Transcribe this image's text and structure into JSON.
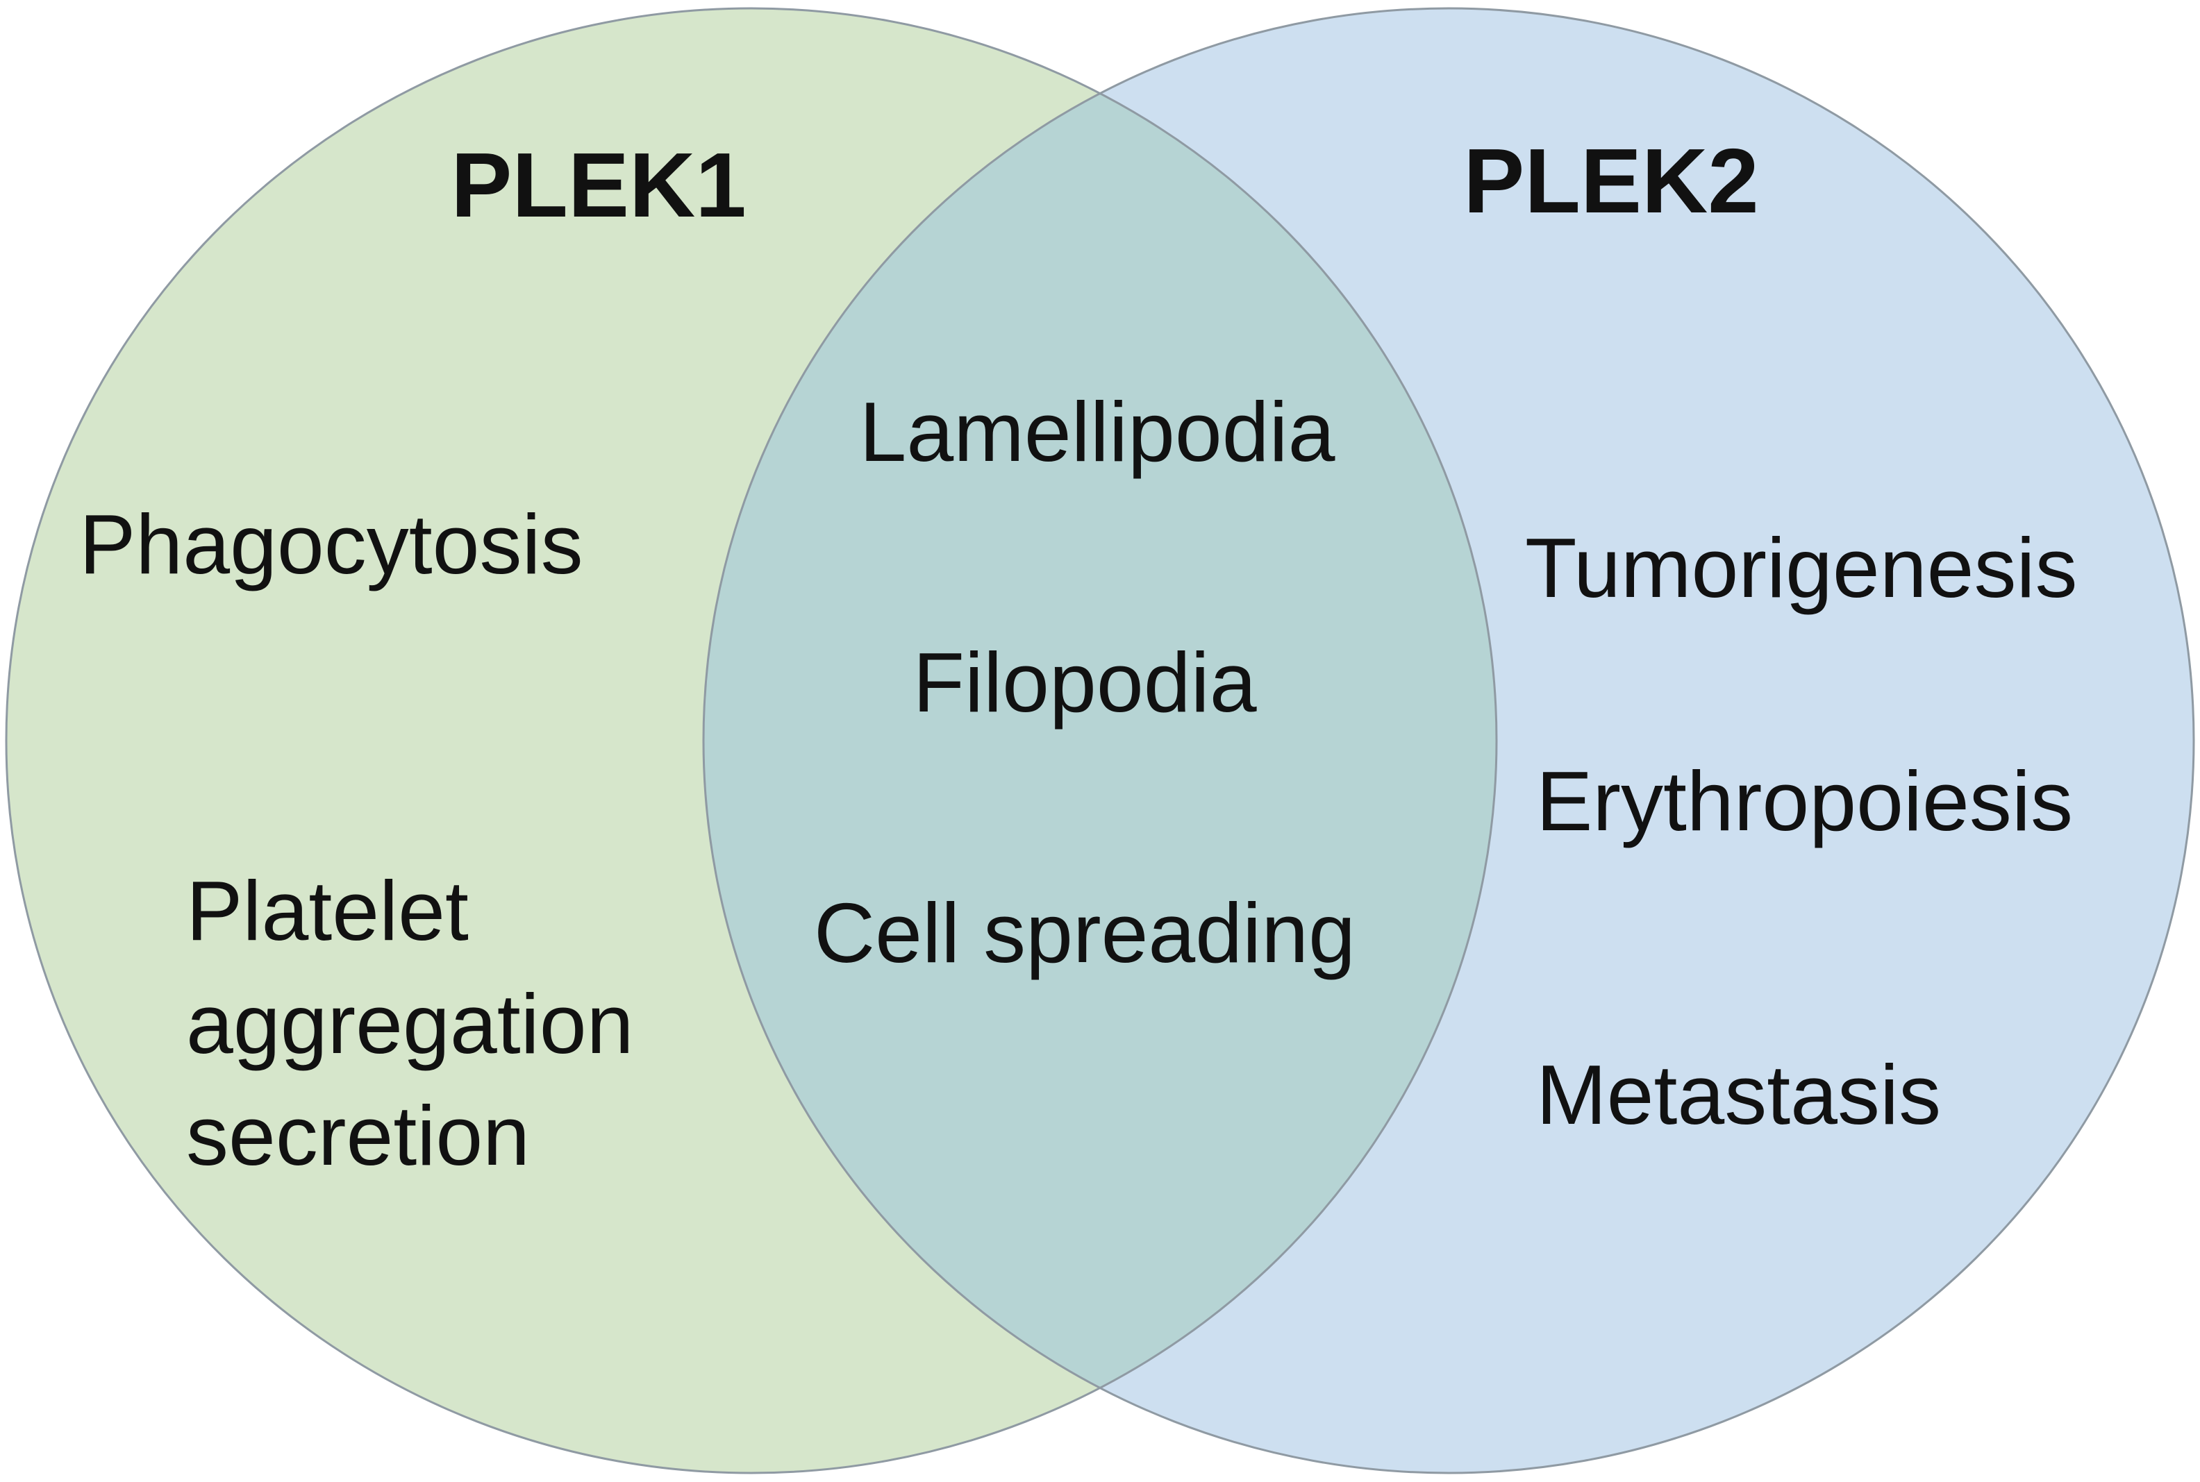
{
  "diagram": {
    "type": "venn",
    "colors": {
      "left_fill": "#d6e6cb",
      "right_fill": "#cddff0",
      "overlap_fill": "#b6d4d4",
      "outline": "#8f9aa3",
      "text": "#111111"
    },
    "sets": [
      {
        "title": "PLEK1",
        "items": [
          "Phagocytosis",
          "Platelet",
          "aggregation",
          "secretion"
        ]
      },
      {
        "title": "PLEK2",
        "items": [
          "Tumorigenesis",
          "Erythropoiesis",
          "Metastasis"
        ]
      }
    ],
    "intersection": {
      "items": [
        "Lamellipodia",
        "Filopodia",
        "Cell spreading"
      ]
    }
  }
}
